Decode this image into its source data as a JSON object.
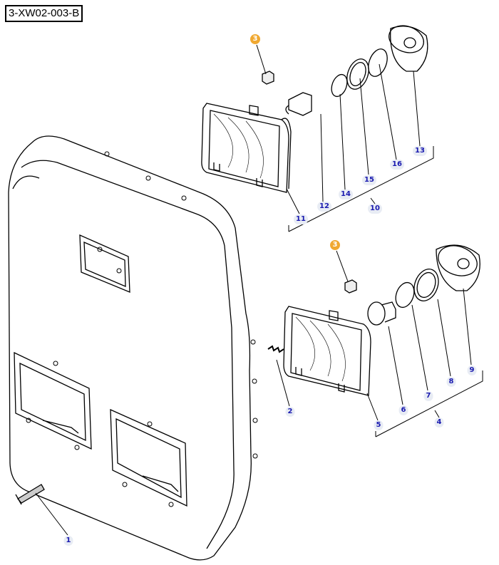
{
  "diagram_id": "3-XW02-003-B",
  "callouts": [
    {
      "id": "c3a",
      "text": "3",
      "style": "orange"
    },
    {
      "id": "c3b",
      "text": "3",
      "style": "orange"
    },
    {
      "id": "c13",
      "text": "13"
    },
    {
      "id": "c16",
      "text": "16"
    },
    {
      "id": "c15",
      "text": "15"
    },
    {
      "id": "c14",
      "text": "14"
    },
    {
      "id": "c12",
      "text": "12"
    },
    {
      "id": "c11",
      "text": "11"
    },
    {
      "id": "c10",
      "text": "10"
    },
    {
      "id": "c9",
      "text": "9"
    },
    {
      "id": "c8",
      "text": "8"
    },
    {
      "id": "c7",
      "text": "7"
    },
    {
      "id": "c6",
      "text": "6"
    },
    {
      "id": "c5",
      "text": "5"
    },
    {
      "id": "c4",
      "text": "4"
    },
    {
      "id": "c2",
      "text": "2"
    },
    {
      "id": "c1",
      "text": "1"
    }
  ],
  "colors": {
    "callout_text": "#1a1ab0",
    "callout_bg": "#e8ecf4",
    "highlight": "#f0a830"
  }
}
